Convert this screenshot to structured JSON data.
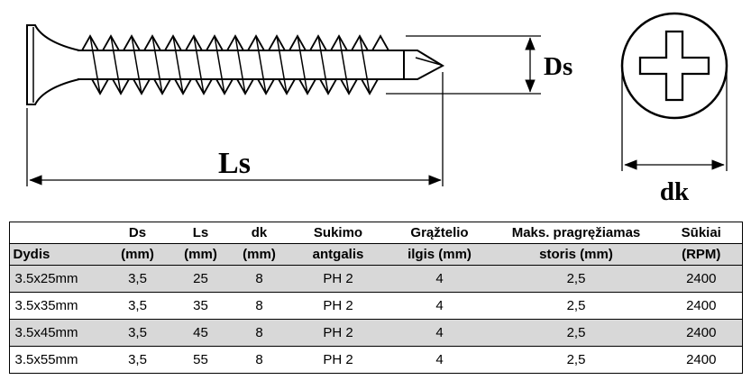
{
  "diagram": {
    "length_label": "Ls",
    "diameter_label": "Ds",
    "head_diameter_label": "dk"
  },
  "table": {
    "header_row1": [
      "",
      "Ds",
      "Ls",
      "dk",
      "Sukimo",
      "Grąžtelio",
      "Maks. pragręžiamas",
      "Sūkiai"
    ],
    "header_row2": [
      "Dydis",
      "(mm)",
      "(mm)",
      "(mm)",
      "antgalis",
      "ilgis (mm)",
      "storis (mm)",
      "(RPM)"
    ],
    "rows": [
      [
        "3.5x25mm",
        "3,5",
        "25",
        "8",
        "PH 2",
        "4",
        "2,5",
        "2400"
      ],
      [
        "3.5x35mm",
        "3,5",
        "35",
        "8",
        "PH 2",
        "4",
        "2,5",
        "2400"
      ],
      [
        "3.5x45mm",
        "3,5",
        "45",
        "8",
        "PH 2",
        "4",
        "2,5",
        "2400"
      ],
      [
        "3.5x55mm",
        "3,5",
        "55",
        "8",
        "PH 2",
        "4",
        "2,5",
        "2400"
      ]
    ]
  }
}
